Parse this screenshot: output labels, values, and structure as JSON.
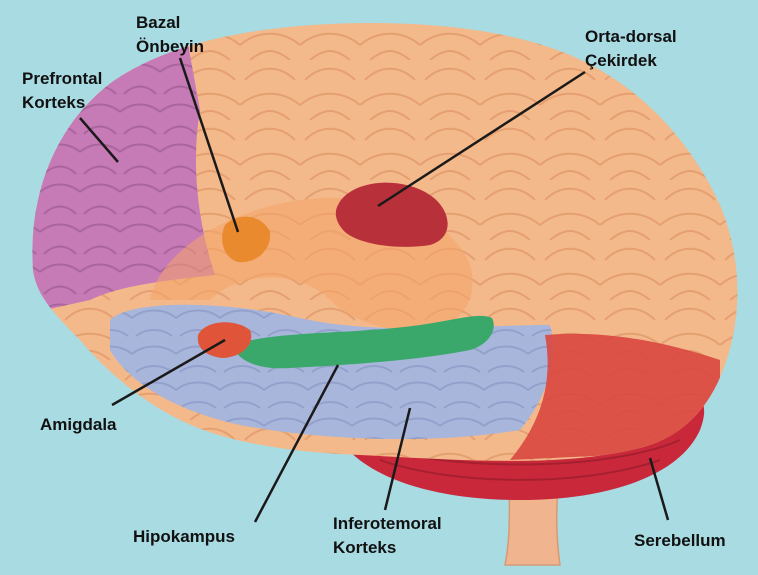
{
  "colors": {
    "background": "#a9dbe3",
    "cortex": "#f3b98a",
    "prefrontal": "#c77bb6",
    "temporal": "#a9b6dc",
    "hippocampus": "#3aa86a",
    "thalamus": "#b8303a",
    "cerebellum": "#c9283b",
    "basal_forebrain": "#e98a2e",
    "amygdala": "#e0553a",
    "leader_line": "#1a1a1a"
  },
  "labels": {
    "bazal_line1": "Bazal",
    "bazal_line2": "Önbeyin",
    "prefrontal_line1": "Prefrontal",
    "prefrontal_line2": "Korteks",
    "orta_line1": "Orta-dorsal",
    "orta_line2": "Çekirdek",
    "amigdala": "Amigdala",
    "hipokampus": "Hipokampus",
    "infero_line1": "Inferotemoral",
    "infero_line2": "Korteks",
    "serebellum": "Serebellum"
  }
}
